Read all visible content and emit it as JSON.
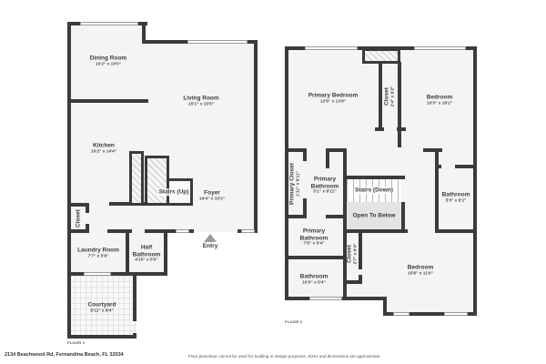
{
  "page": {
    "address": "2134 Beachwood Rd, Fernandina Beach, FL 32034",
    "disclaimer": "Floor plans/tour cannot be used for building or design purposes. Sizes and dimensions are approximate."
  },
  "colors": {
    "wall": "#3b3b3b",
    "room_fill": "#f4f4f4",
    "open_below": "#e4e4e4",
    "text": "#3a3a3a",
    "window_border": "#9a9a9a",
    "entry_arrow": "#9b9b9b"
  },
  "floor1": {
    "label": "FLOOR 1",
    "entry_label": "Entry",
    "rooms": {
      "dining": {
        "name": "Dining Room",
        "dims": "10'2\" x 10'0\""
      },
      "living": {
        "name": "Living Room",
        "dims": "15'1\" x 15'5\""
      },
      "kitchen": {
        "name": "Kitchen",
        "dims": "10'2\" x 14'4\""
      },
      "stairs": {
        "name": "Stairs (Up)"
      },
      "foyer": {
        "name": "Foyer",
        "dims": "14'4\" x 10'2\""
      },
      "closet": {
        "name": "Closet"
      },
      "laundry": {
        "name": "Laundry Room",
        "dims": "7'7\" x 5'9\""
      },
      "half_bath": {
        "name": "Half Bathroom",
        "dims": "4'10\" x 5'9\""
      },
      "courtyard": {
        "name": "Courtyard",
        "dims": "8'11\" x 8'4\""
      }
    }
  },
  "floor2": {
    "label": "FLOOR 2",
    "rooms": {
      "primary_bedroom": {
        "name": "Primary Bedroom",
        "dims": "12'6\" x 13'8\""
      },
      "closet_top": {
        "name": "Closet",
        "dims": "2'4\" x 9'2\""
      },
      "bedroom_top": {
        "name": "Bedroom",
        "dims": "10'3\" x 16'2\""
      },
      "primary_closet": {
        "name": "Primary Closet",
        "dims": "1'11\" x 8'11\""
      },
      "primary_bath_upper": {
        "name": "Primary Bathroom",
        "dims": "5'1\" x 8'11\""
      },
      "stairs": {
        "name": "Stairs (Down)"
      },
      "open_below": {
        "name": "Open To Below"
      },
      "bathroom_right": {
        "name": "Bathroom",
        "dims": "5'3\" x 8'1\""
      },
      "primary_bath_lower": {
        "name": "Primary Bathroom",
        "dims": "7'5\" x 5'4\""
      },
      "closet_bottom": {
        "name": "Closet",
        "dims": "2'7\" x 6'4\""
      },
      "bathroom_bottom": {
        "name": "Bathroom",
        "dims": "10'0\" x 5'4\""
      },
      "bedroom_bottom": {
        "name": "Bedroom",
        "dims": "15'6\" x 11'6\""
      }
    }
  }
}
